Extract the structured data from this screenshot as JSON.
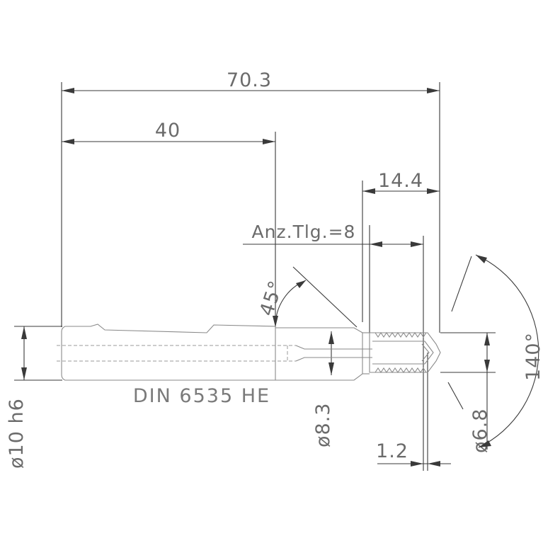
{
  "drawing": {
    "dim_total_length": "70.3",
    "dim_shank_length": "40",
    "dim_thread_length": "14.4",
    "teeth_count": "Anz.Tlg.=8",
    "chamfer_angle": "45°",
    "shank_diameter": "ø10 h6",
    "neck_diameter": "ø8.3",
    "tip_diameter": "ø6.8",
    "tip_length": "1.2",
    "point_angle": "140°",
    "standard": "DIN 6535 HE"
  }
}
